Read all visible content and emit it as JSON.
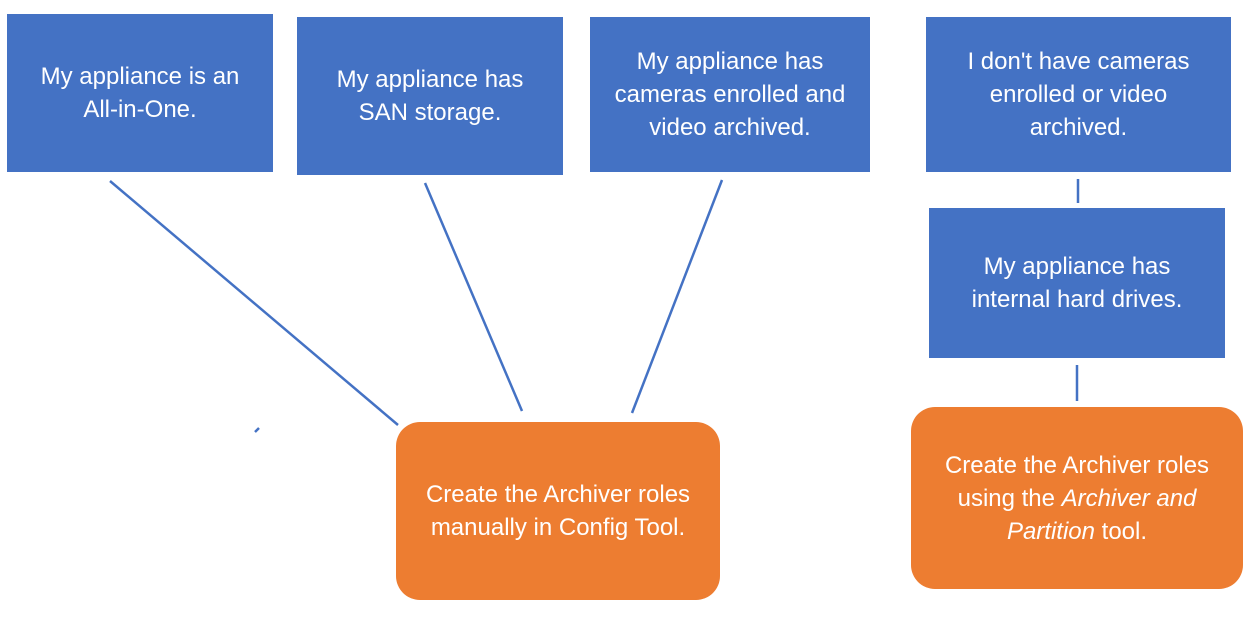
{
  "colors": {
    "condition_box": "#4472c4",
    "action_box": "#ed7d31",
    "connector": "#4472c4",
    "text": "#ffffff"
  },
  "conditions": {
    "all_in_one": "My appliance is an All-in-One.",
    "san_storage": "My appliance has SAN storage.",
    "cameras_enrolled": "My appliance has cameras enrolled and video archived.",
    "no_cameras": "I don't have cameras enrolled or video archived.",
    "internal_drives": "My appliance has internal hard drives."
  },
  "actions": {
    "manual": "Create the Archiver roles manually in Config Tool.",
    "tool": {
      "before": "Create the Archiver roles using the ",
      "italic": "Archiver and Partition",
      "after": " tool."
    }
  }
}
